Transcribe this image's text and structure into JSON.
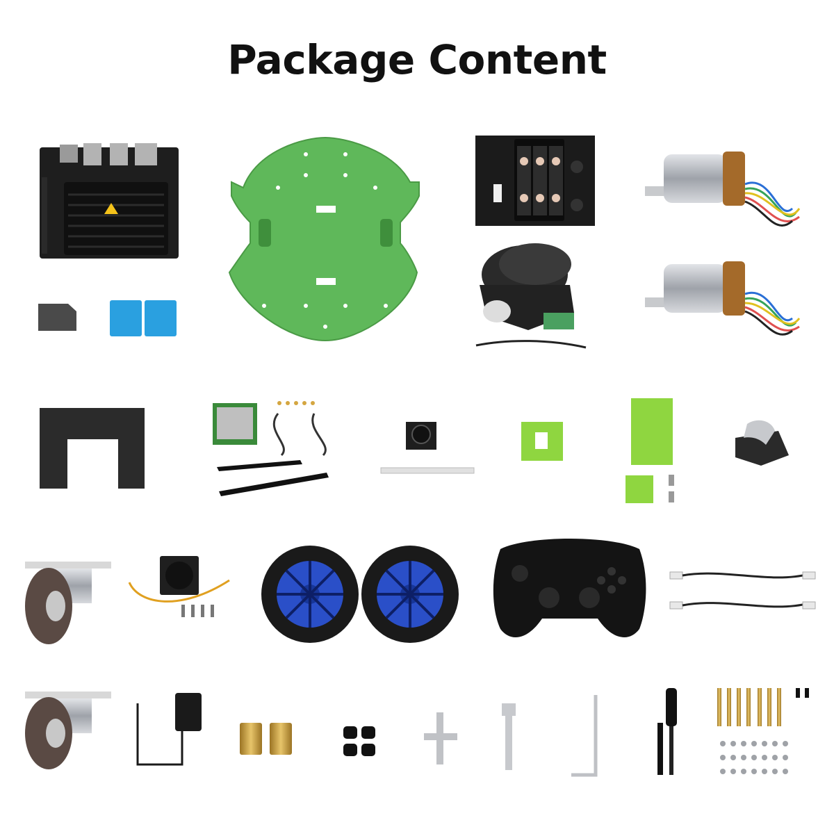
{
  "header": {
    "title": "Package Content"
  },
  "colors": {
    "background": "#ffffff",
    "title": "#111111",
    "chassis_green": "#5fb85a",
    "lime_parts": "#8fd640",
    "pcb_black": "#1c1c1c",
    "heatsink_blue": "#2aa0e0",
    "wheel_blue": "#2a4fc8",
    "metal_silver": "#b9bcc2",
    "brass": "#c9a046"
  },
  "items": [
    {
      "id": "dev-board",
      "icon": "jetson-nano-board"
    },
    {
      "id": "chassis-plate",
      "icon": "green-chassis-plate"
    },
    {
      "id": "battery-expansion-board",
      "icon": "battery-board"
    },
    {
      "id": "gear-motor-1",
      "icon": "dc-gear-motor"
    },
    {
      "id": "gear-motor-2",
      "icon": "dc-gear-motor"
    },
    {
      "id": "micro-sd-card",
      "icon": "sd-card"
    },
    {
      "id": "thermal-pads",
      "icon": "thermal-pad"
    },
    {
      "id": "lidar",
      "icon": "lidar-sensor"
    },
    {
      "id": "black-mount-plate",
      "icon": "mount-plate"
    },
    {
      "id": "wifi-card",
      "icon": "wireless-card"
    },
    {
      "id": "camera-module",
      "icon": "camera"
    },
    {
      "id": "green-bracket-small",
      "icon": "bracket"
    },
    {
      "id": "green-bracket-large",
      "icon": "bracket"
    },
    {
      "id": "camera-holder",
      "icon": "holder"
    },
    {
      "id": "caster-wheel-1",
      "icon": "caster-wheel"
    },
    {
      "id": "cooling-fan",
      "icon": "fan"
    },
    {
      "id": "rubber-wheel-1",
      "icon": "wheel"
    },
    {
      "id": "rubber-wheel-2",
      "icon": "wheel"
    },
    {
      "id": "gamepad",
      "icon": "gamepad"
    },
    {
      "id": "connector-cables",
      "icon": "cable"
    },
    {
      "id": "caster-wheel-2",
      "icon": "caster-wheel"
    },
    {
      "id": "power-adapter",
      "icon": "power-adapter"
    },
    {
      "id": "couplings",
      "icon": "coupling"
    },
    {
      "id": "rubber-feet",
      "icon": "rubber-foot"
    },
    {
      "id": "cross-wrench",
      "icon": "cross-wrench"
    },
    {
      "id": "spanner",
      "icon": "wrench"
    },
    {
      "id": "hex-key",
      "icon": "allen-key"
    },
    {
      "id": "screwdrivers",
      "icon": "screwdriver"
    },
    {
      "id": "screw-pack",
      "icon": "screws"
    }
  ]
}
